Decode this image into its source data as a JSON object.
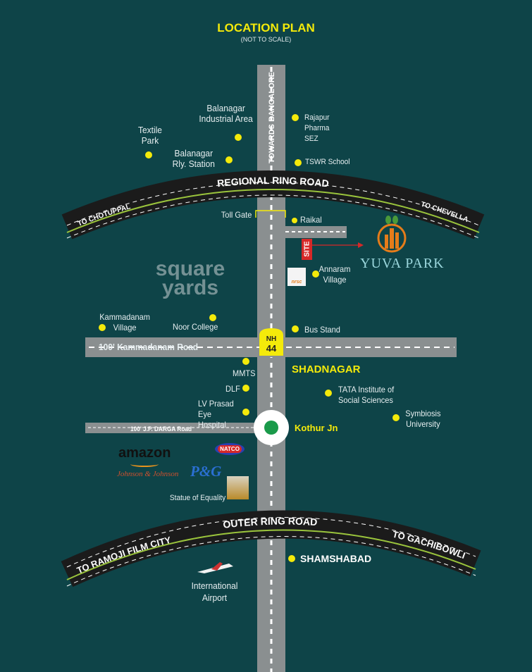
{
  "header": {
    "title": "LOCATION PLAN",
    "subtitle": "(NOT TO SCALE)"
  },
  "colors": {
    "background": "#0e4448",
    "road": "#8a8f90",
    "ring_road": "#1b1b1b",
    "accent_yellow": "#f4ea0a",
    "median_green": "#9ac43c",
    "site_red": "#d62828",
    "junction_green": "#1a9a4a"
  },
  "roads": {
    "vertical": "TOWARDS BANGALORE",
    "regional_ring": "REGIONAL RING ROAD",
    "regional_left": "TO CHOTUPPAL",
    "regional_right": "TO CHEVELLA",
    "outer_ring": "OUTER RING ROAD",
    "outer_left": "TO RAMOJI FILM CITY",
    "outer_right": "TO GACHIBOWLI",
    "kammadanam": "100' Kammadanam Road",
    "jp_darga": "100' J.P. DARGA Road",
    "nh_line1": "NH",
    "nh_line2": "44"
  },
  "places": {
    "balanagar_industrial": "Balanagar Industrial Area",
    "textile_park": "Textile Park",
    "balanagar_rly": "Balanagar Rly. Station",
    "rajapur": "Rajapur Pharma SEZ",
    "tswr": "TSWR School",
    "toll_gate": "Toll Gate",
    "raikal": "Raikal",
    "annaram": "Annaram Village",
    "kammadanam_village": "Kammadanam Village",
    "noor_college": "Noor College",
    "bus_stand": "Bus Stand",
    "shadnagar": "SHADNAGAR",
    "mmts": "MMTS",
    "dlf": "DLF",
    "lv_prasad": "LV Prasad Eye Hospital",
    "tata": "TATA Institute of Social Sciences",
    "symbiosis": "Symbiosis University",
    "kothur": "Kothur Jn",
    "statue": "Statue of Equality",
    "shamshabad": "SHAMSHABAD",
    "airport": "International Airport"
  },
  "site": {
    "tag": "SITE",
    "project": "YUVA PARK"
  },
  "logos": {
    "amazon": "amazon",
    "jnj": "Johnson & Johnson",
    "pg": "P&G",
    "natco": "NATCO",
    "nrsc": "nrsc"
  },
  "watermark": "square yards"
}
